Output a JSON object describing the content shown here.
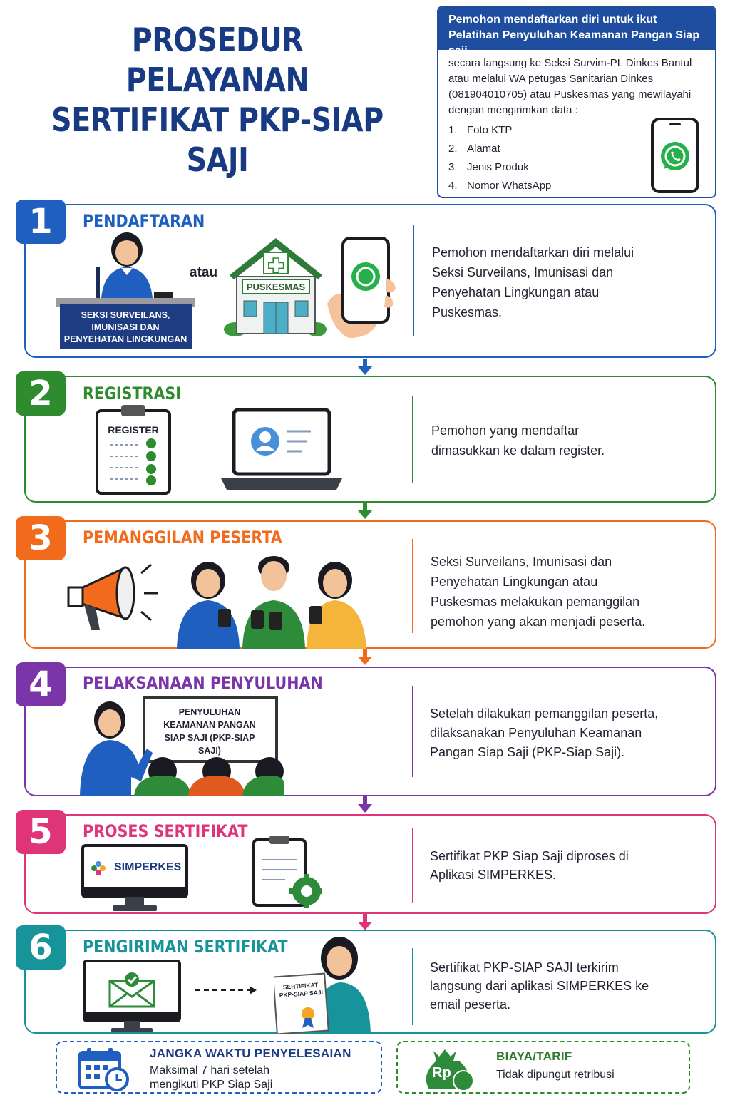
{
  "title": {
    "line1": "PROSEDUR PELAYANAN",
    "line2": "SERTIFIKAT PKP-SIAP SAJI"
  },
  "info": {
    "header": "Pemohon mendaftarkan diri untuk ikut Pelatihan Penyuluhan Keamanan Pangan Siap saji",
    "body": "secara langsung ke Seksi Survim-PL Dinkes Bantul atau melalui WA petugas Sanitarian Dinkes (081904010705) atau Puskesmas yang mewilayahi dengan mengirimkan data :",
    "items": [
      {
        "num": "1.",
        "label": "Foto KTP"
      },
      {
        "num": "2.",
        "label": "Alamat"
      },
      {
        "num": "3.",
        "label": "Jenis Produk"
      },
      {
        "num": "4.",
        "label": "Nomor WhatsApp"
      }
    ]
  },
  "steps": [
    {
      "num": "1",
      "title": "PENDAFTARAN",
      "desc": "Pemohon mendaftarkan diri melalui Seksi Surveilans, Imunisasi dan Penyehatan Lingkungan atau Puskesmas.",
      "color": "#1f5fbf"
    },
    {
      "num": "2",
      "title": "REGISTRASI",
      "desc": "Pemohon yang mendaftar dimasukkan ke dalam register.",
      "color": "#2e8b2e"
    },
    {
      "num": "3",
      "title": "PEMANGGILAN PESERTA",
      "desc": "Seksi Surveilans, Imunisasi dan Penyehatan Lingkungan atau Puskesmas melakukan pemanggilan pemohon yang akan menjadi peserta.",
      "color": "#f26a1b"
    },
    {
      "num": "4",
      "title": "PELAKSANAAN PENYULUHAN",
      "desc": "Setelah dilakukan pemanggilan peserta, dilaksanakan Penyuluhan Keamanan Pangan Siap Saji (PKP-Siap Saji).",
      "color": "#7a36a8"
    },
    {
      "num": "5",
      "title": "PROSES SERTIFIKAT",
      "desc": "Sertifikat PKP Siap Saji diproses di Aplikasi SIMPERKES.",
      "color": "#e0347a"
    },
    {
      "num": "6",
      "title": "PENGIRIMAN SERTIFIKAT",
      "desc": "Sertifikat PKP-SIAP SAJI terkirim langsung dari aplikasi SIMPERKES ke email peserta.",
      "color": "#17949a"
    }
  ],
  "illustrations": {
    "desk_sign": "SEKSI SURVEILANS, IMUNISASI DAN PENYEHATAN LINGKUNGAN",
    "atau": "atau",
    "puskesmas_sign": "PUSKESMAS",
    "register_label": "REGISTER",
    "board_text": "PENYULUHAN KEAMANAN PANGAN SIAP SAJI (PKP-SIAP SAJI)",
    "simperkes_label": "SIMPERKES",
    "certificate_label": "SERTIFIKAT PKP-SIAP SAJI"
  },
  "footer": {
    "time_title": "JANGKA WAKTU PENYELESAIAN",
    "time_text": "Maksimal 7 hari setelah mengikuti PKP Siap Saji",
    "cost_title": "BIAYA/TARIF",
    "cost_text": "Tidak dipungut retribusi",
    "money_label": "Rp"
  }
}
